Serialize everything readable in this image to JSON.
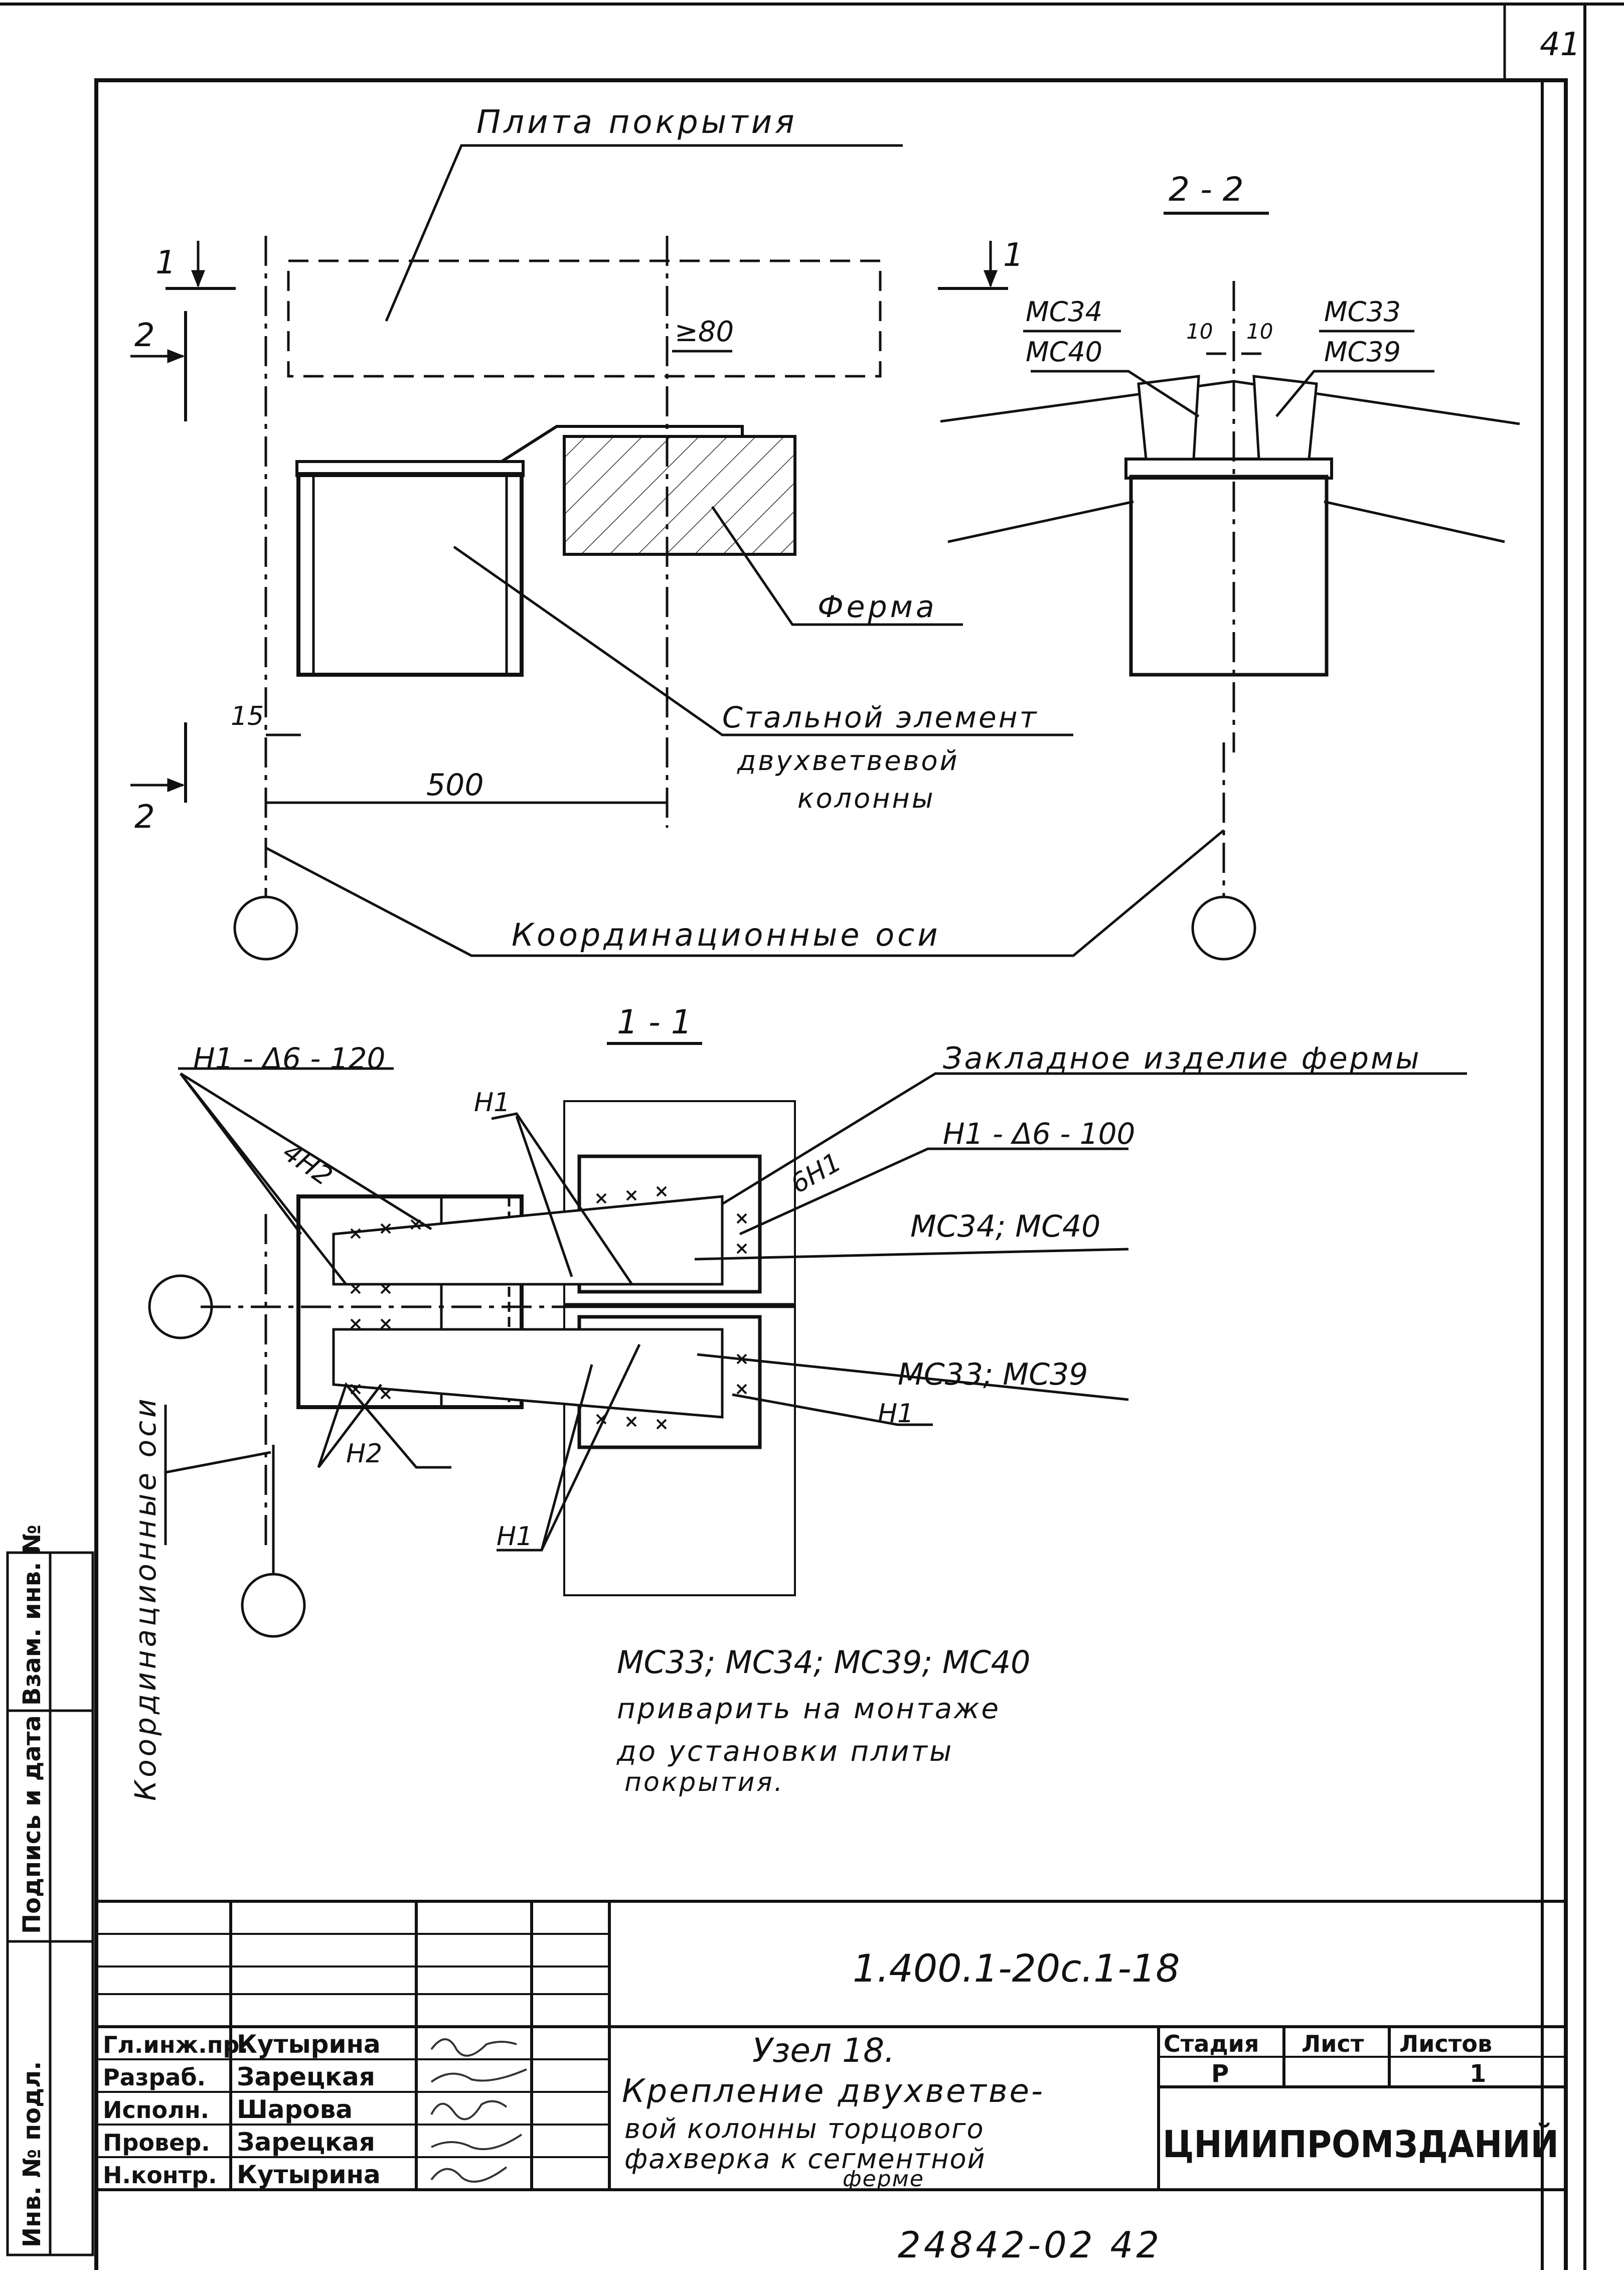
{
  "sheet_corner": "41",
  "views": {
    "top_section_title": "2 - 2",
    "plan_title": "1 - 1"
  },
  "elevation": {
    "slab_label": "Плита покрытия",
    "truss_label": "Ферма",
    "steel_label_1": "Стальной элемент",
    "steel_label_2": "двухветвевой",
    "steel_label_3": "колонны",
    "coord_axes_label": "Координационные оси",
    "dim_80": "≥80",
    "dim_15": "15",
    "dim_500": "500",
    "cut_1": "1",
    "cut_2": "2"
  },
  "section22": {
    "left_top": "МС34",
    "left_bottom": "МС40",
    "right_top": "МС33",
    "right_bottom": "МС39",
    "dim_10a": "10",
    "dim_10b": "10"
  },
  "plan": {
    "weld_h1_120": "Н1 - Δ6 - 120",
    "embedded_label": "Закладное изделие фермы",
    "weld_h1_100": "Н1 - Δ6 - 100",
    "label_4n2": "4Н2",
    "label_n1_top": "Н1",
    "label_6n1": "6Н1",
    "ms34_40": "МС34; МС40",
    "ms33_39": "МС33; МС39",
    "label_n1_right": "Н1",
    "label_n2": "Н2",
    "label_n1_bottom": "Н1",
    "vertical_axes": "Координационные оси"
  },
  "note": {
    "line1": "МС33; МС34; МС39; МС40",
    "line2": "приварить на монтаже",
    "line3": "до установки плиты",
    "line4": "покрытия."
  },
  "side_stamp": {
    "inv_podl": "Инв. № подл.",
    "podpis_data": "Подпись и дата",
    "vzam_inv": "Взам. инв. №"
  },
  "title_block": {
    "doc_code": "1.400.1-20с.1-18",
    "roles": [
      {
        "role": "Гл.инж.пр.",
        "name": "Кутырина"
      },
      {
        "role": "Разраб.",
        "name": "Зарецкая"
      },
      {
        "role": "Исполн.",
        "name": "Шарова"
      },
      {
        "role": "Провер.",
        "name": "Зарецкая"
      },
      {
        "role": "Н.контр.",
        "name": "Кутырина"
      }
    ],
    "title_1": "Узел 18.",
    "title_2": "Крепление двухветве-",
    "title_3": "вой колонны торцового",
    "title_4": "фахверка к сегментной",
    "title_5": "ферме",
    "stage_header": "Стадия",
    "sheet_header": "Лист",
    "sheets_header": "Листов",
    "stage_value": "Р",
    "sheets_value": "1",
    "org": "ЦНИИПРОМЗДАНИЙ"
  },
  "footer_number": "24842-02   42"
}
